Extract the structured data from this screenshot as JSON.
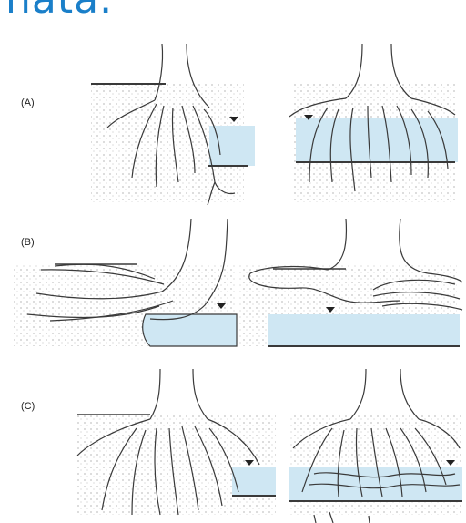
{
  "heading": "nata.",
  "panels": [
    {
      "label": "(A)"
    },
    {
      "label": "(B)"
    },
    {
      "label": "(C)"
    }
  ],
  "colors": {
    "water": "#cfe7f3",
    "ink": "#3a3a3a",
    "heading": "#1a7fc9"
  },
  "icons": [
    "water-level-marker-icon"
  ]
}
